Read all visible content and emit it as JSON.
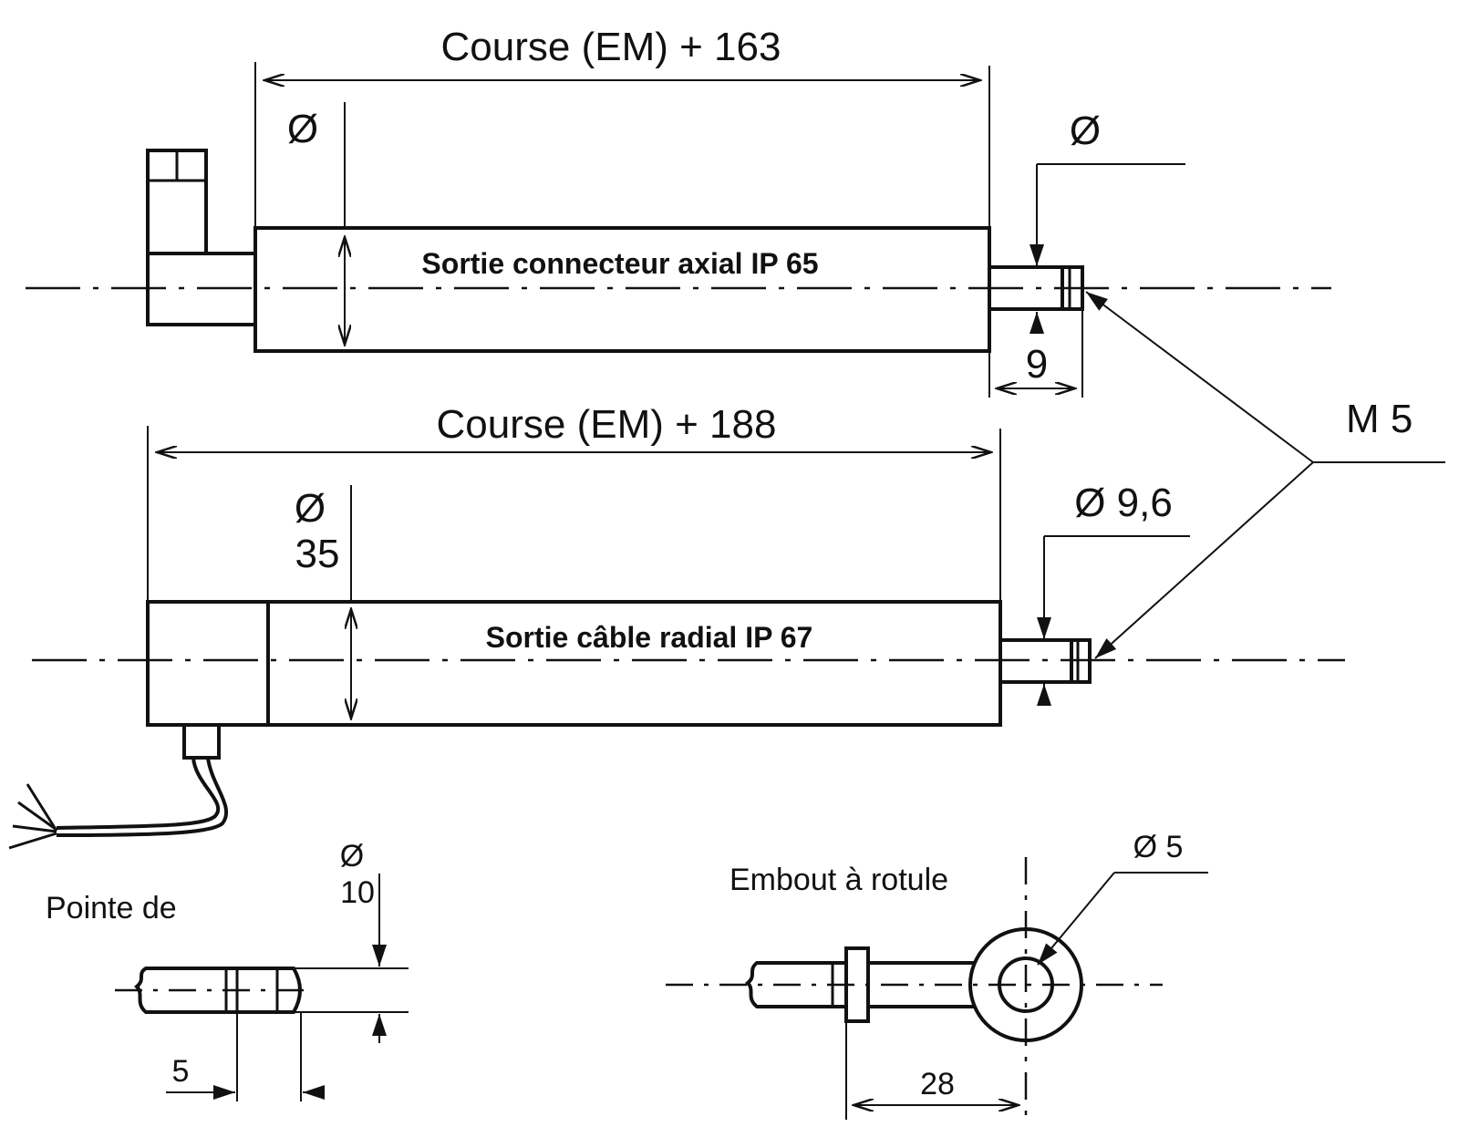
{
  "labels": {
    "top_length": "Course (EM) + 163",
    "bottom_length": "Course (EM) + 188",
    "top_body": "Sortie connecteur axial IP 65",
    "bottom_body": "Sortie câble radial IP 67",
    "top_dia_symbol": "Ø",
    "top_rod_dia": "Ø",
    "top_rod_len": "9",
    "thread": "M 5",
    "bottom_dia_symbol": "Ø",
    "bottom_dia_value": "35",
    "bottom_rod_dia": "Ø 9,6",
    "tip_title": "Pointe de",
    "tip_dia_symbol": "Ø",
    "tip_dia_value": "10",
    "tip_len": "5",
    "ball_title": "Embout à rotule",
    "ball_hole": "Ø 5",
    "ball_len": "28"
  }
}
